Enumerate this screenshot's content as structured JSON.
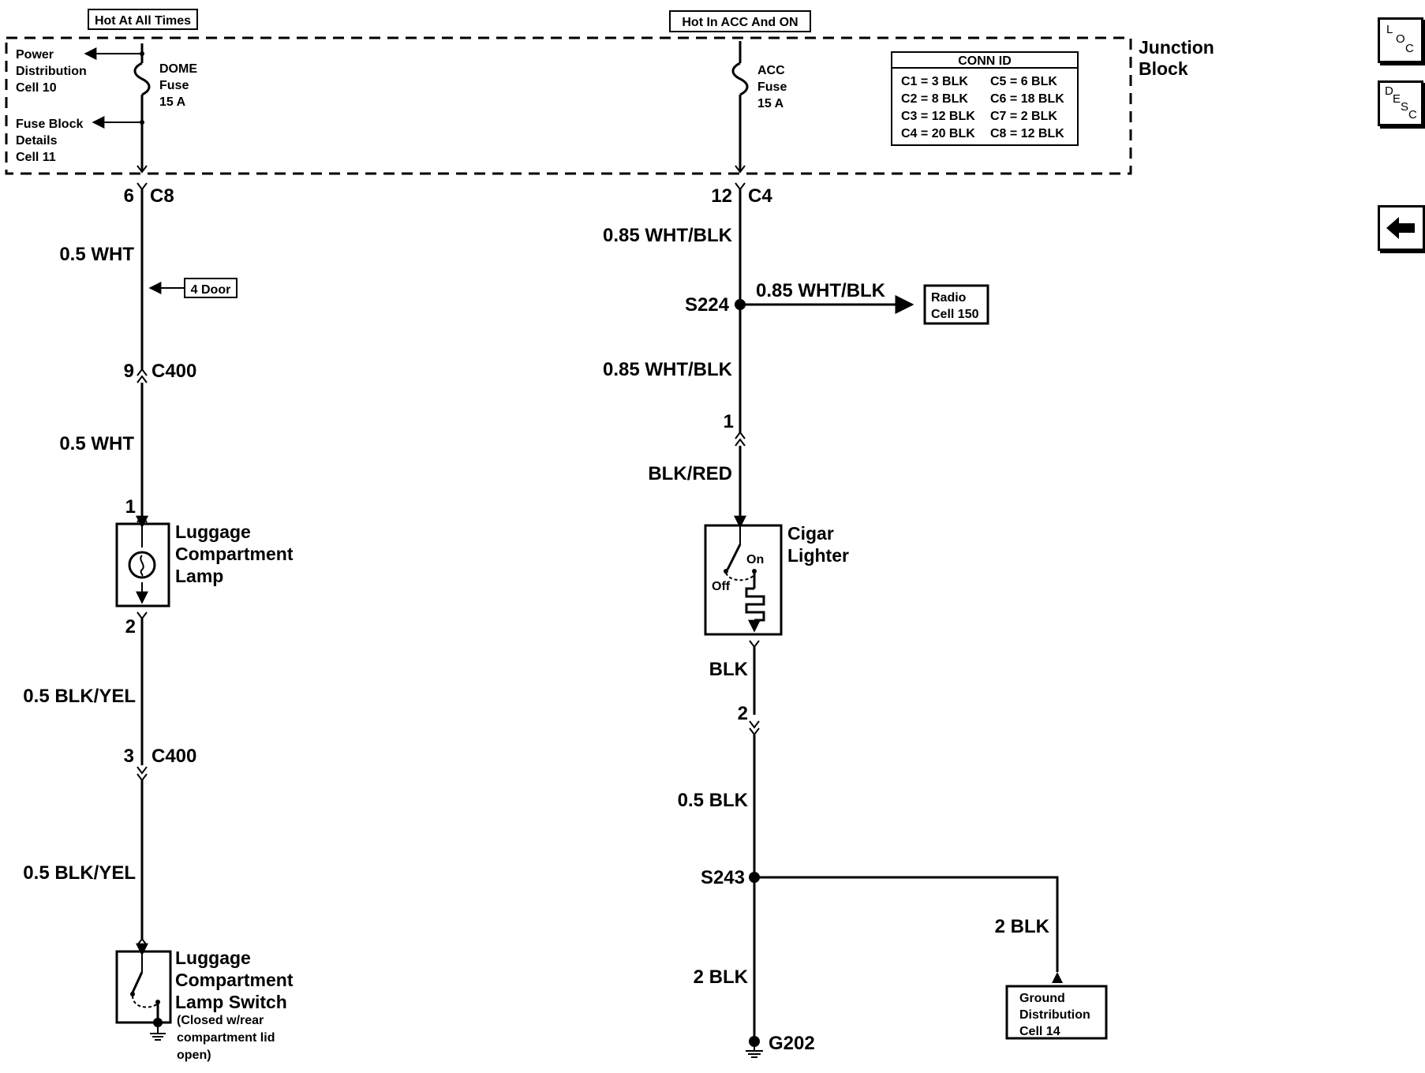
{
  "headers": {
    "hot_all_times": "Hot At All Times",
    "hot_acc_on": "Hot In ACC And ON"
  },
  "junction_block": {
    "line1": "Junction",
    "line2": "Block"
  },
  "left_refs": {
    "power_dist": [
      "Power",
      "Distribution",
      "Cell 10"
    ],
    "fuse_block": [
      "Fuse Block",
      "Details",
      "Cell 11"
    ]
  },
  "fuses": {
    "dome": [
      "DOME",
      "Fuse",
      "15 A"
    ],
    "acc": [
      "ACC",
      "Fuse",
      "15 A"
    ]
  },
  "conn_id": {
    "title": "CONN ID",
    "left": [
      "C1 = 3 BLK",
      "C2 = 8 BLK",
      "C3 = 12 BLK",
      "C4 = 20 BLK"
    ],
    "right": [
      "C5 = 6 BLK",
      "C6 = 18 BLK",
      "C7 = 2 BLK",
      "C8 = 12 BLK"
    ]
  },
  "left_circuit": {
    "jb_pin": "6",
    "jb_conn": "C8",
    "wire1": "0.5 WHT",
    "option": "4 Door",
    "c400_pin_a": "9",
    "c400_a": "C400",
    "wire2": "0.5 WHT",
    "lamp_pin1": "1",
    "lamp_name": [
      "Luggage",
      "Compartment",
      "Lamp"
    ],
    "lamp_pin2": "2",
    "wire3": "0.5 BLK/YEL",
    "c400_pin_b": "3",
    "c400_b": "C400",
    "wire4": "0.5 BLK/YEL",
    "switch_name": [
      "Luggage",
      "Compartment",
      "Lamp Switch"
    ],
    "switch_note": [
      "(Closed w/rear",
      "compartment lid",
      "open)"
    ]
  },
  "right_circuit": {
    "jb_pin": "12",
    "jb_conn": "C4",
    "wire1": "0.85 WHT/BLK",
    "splice1": "S224",
    "branch_wire": "0.85 WHT/BLK",
    "radio": [
      "Radio",
      "Cell 150"
    ],
    "wire2": "0.85 WHT/BLK",
    "lighter_pin1": "1",
    "wire3": "BLK/RED",
    "lighter_name": [
      "Cigar",
      "Lighter"
    ],
    "on_label": "On",
    "off_label": "Off",
    "wire4": "BLK",
    "lighter_pin2": "2",
    "wire5": "0.5 BLK",
    "splice2": "S243",
    "branch_wire2": "2 BLK",
    "ground_dist": [
      "Ground",
      "Distribution",
      "Cell 14"
    ],
    "wire6": "2 BLK",
    "ground": "G202"
  },
  "nav": {
    "loc": [
      "L",
      "O",
      "C"
    ],
    "desc": [
      "D",
      "E",
      "S",
      "C"
    ],
    "back_icon": "left-arrow-icon"
  }
}
